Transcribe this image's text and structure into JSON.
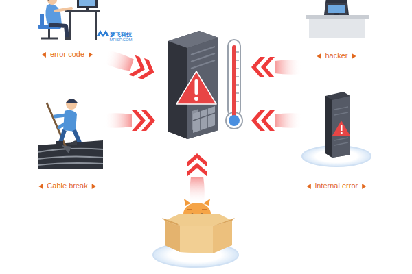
{
  "diagram": {
    "labels": [
      "error code",
      "hacker",
      "Cable break",
      "internal error",
      "梦飞科技",
      "MFISP.COM"
    ]
  }
}
